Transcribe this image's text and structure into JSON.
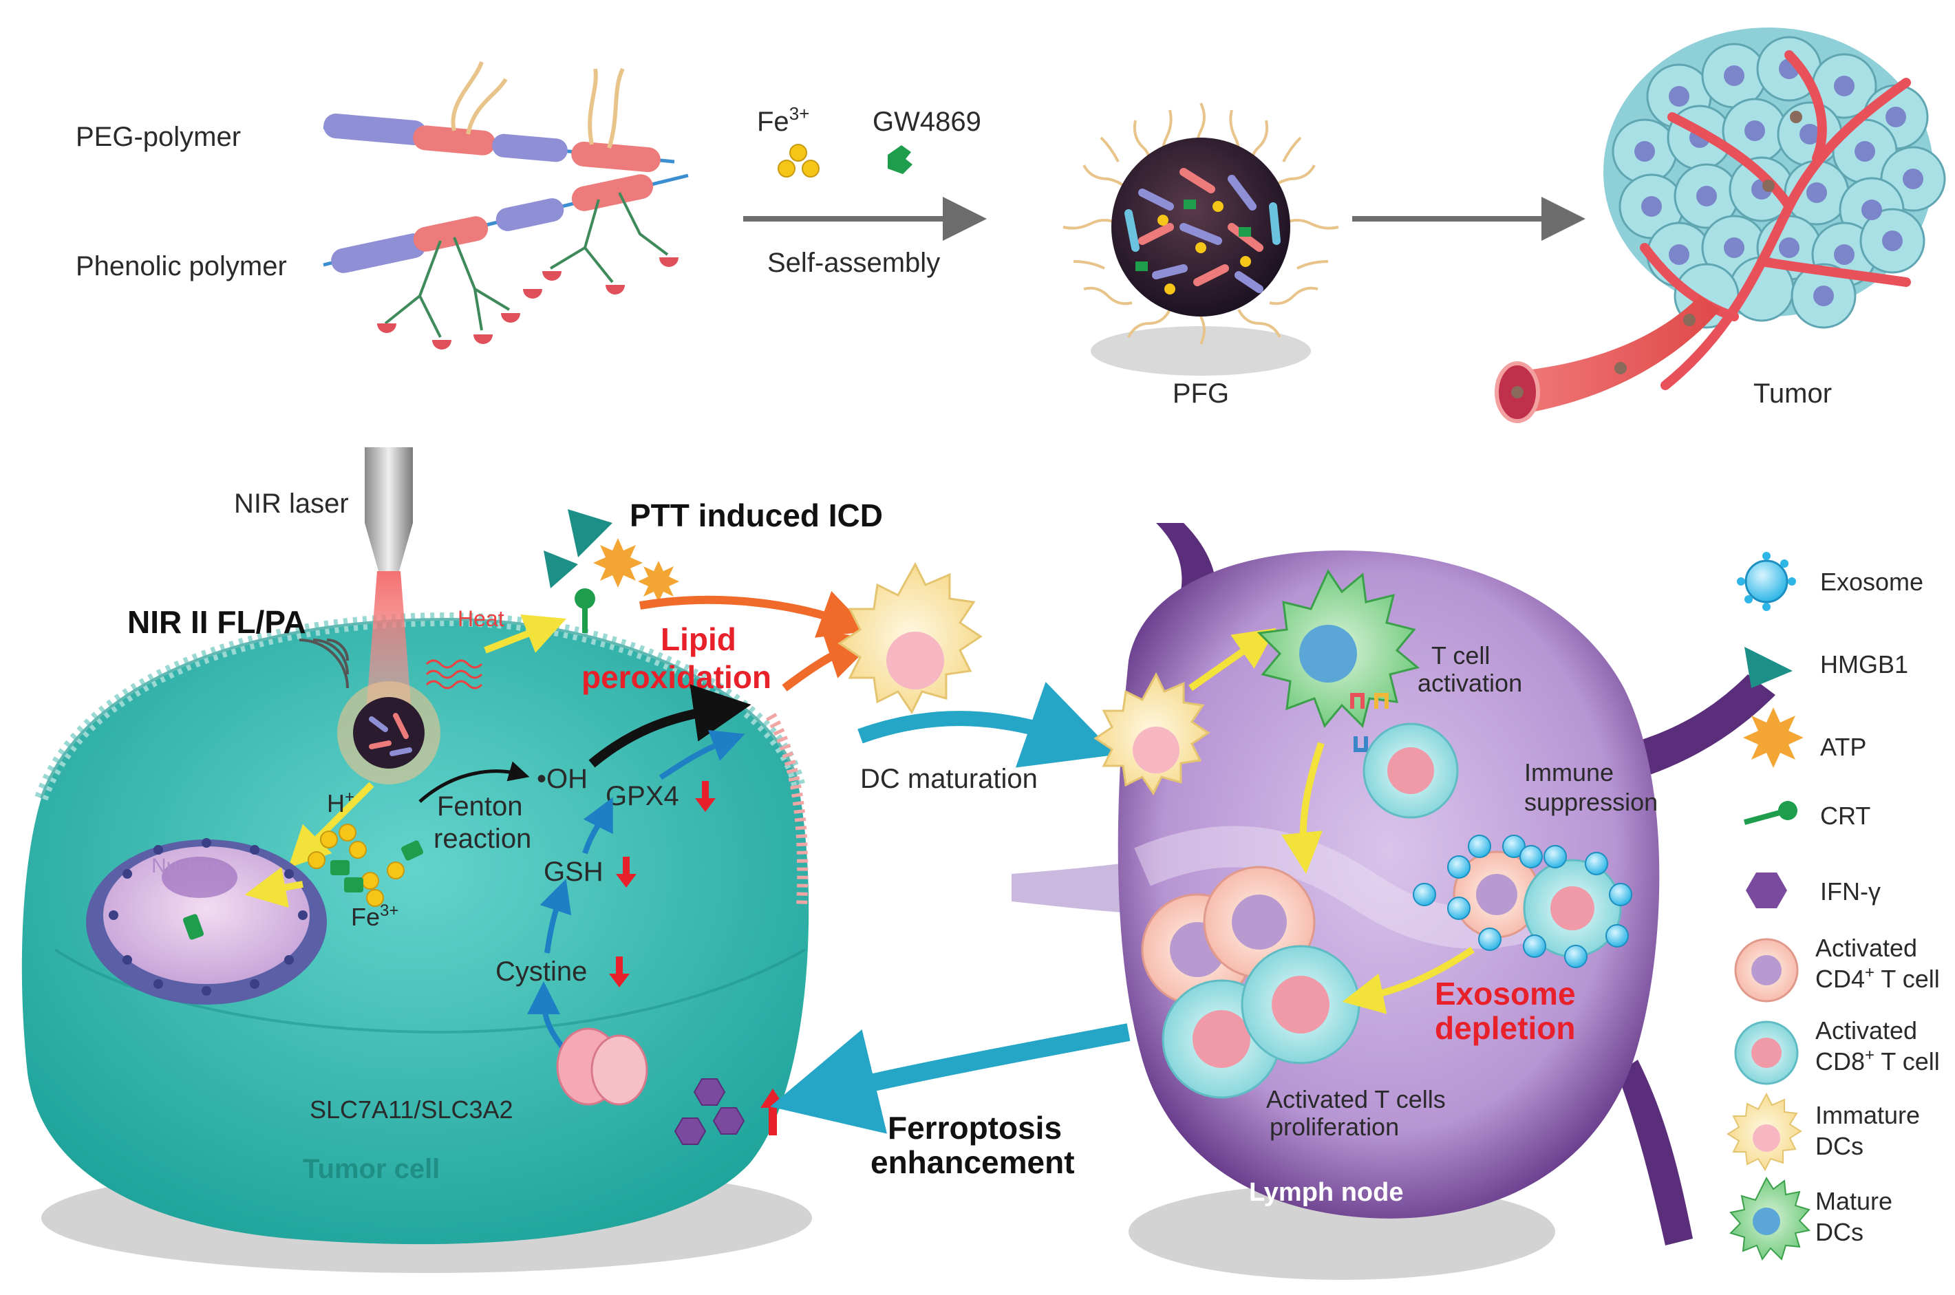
{
  "top_panel": {
    "peg_polymer": "PEG-polymer",
    "phenolic_polymer": "Phenolic polymer",
    "fe3": "Fe",
    "fe3_sup": "3+",
    "gw4869": "GW4869",
    "self_assembly": "Self-assembly",
    "pfg": "PFG",
    "tumor": "Tumor"
  },
  "tumor_cell": {
    "nir_laser": "NIR laser",
    "nir_fl_pa": "NIR II FL/PA",
    "heat": "Heat",
    "ptt_icd": "PTT induced ICD",
    "lipid_1": "Lipid",
    "lipid_2": "peroxidation",
    "h_plus": "H",
    "h_sup": "+",
    "oh": "•OH",
    "fenton_1": "Fenton",
    "fenton_2": "reaction",
    "gpx4": "GPX4",
    "gsh": "GSH",
    "cystine": "Cystine",
    "nucleus": "Nucleus",
    "fe3": "Fe",
    "fe3_sup": "3+",
    "transporter": "SLC7A11/SLC3A2",
    "tumor_cell": "Tumor cell"
  },
  "middle": {
    "dc_maturation": "DC maturation",
    "ferroptosis_1": "Ferroptosis",
    "ferroptosis_2": "enhancement"
  },
  "lymph_node": {
    "t_activation_1": "T cell",
    "t_activation_2": "activation",
    "immune_1": "Immune",
    "immune_2": "suppression",
    "exo_depl_1": "Exosome",
    "exo_depl_2": "depletion",
    "prolif_1": "Activated T cells",
    "prolif_2": "proliferation",
    "lymph_node": "Lymph node"
  },
  "legend": {
    "exosome": "Exosome",
    "hmgb1": "HMGB1",
    "atp": "ATP",
    "crt": "CRT",
    "ifn": "IFN-γ",
    "cd4_1": "Activated",
    "cd4_2": "CD4",
    "cd4_sup": "+",
    "cd4_3": " T cell",
    "cd8_1": "Activated",
    "cd8_2": "CD8",
    "cd8_sup": "+",
    "cd8_3": " T cell",
    "imm_1": "Immature",
    "imm_2": "DCs",
    "mat_1": "Mature",
    "mat_2": "DCs"
  },
  "colors": {
    "peg": "#e8c48a",
    "polymer_blue": "#8f8fd6",
    "polymer_red": "#ee7b7b",
    "phenolic": "#e0505a",
    "tumor_cell": "#3fc2b8",
    "lymph": "#5a2e7a",
    "arrow_gray": "#6d6d6d",
    "arrow_teal": "#24a4c4",
    "red_text": "#e8202a"
  }
}
